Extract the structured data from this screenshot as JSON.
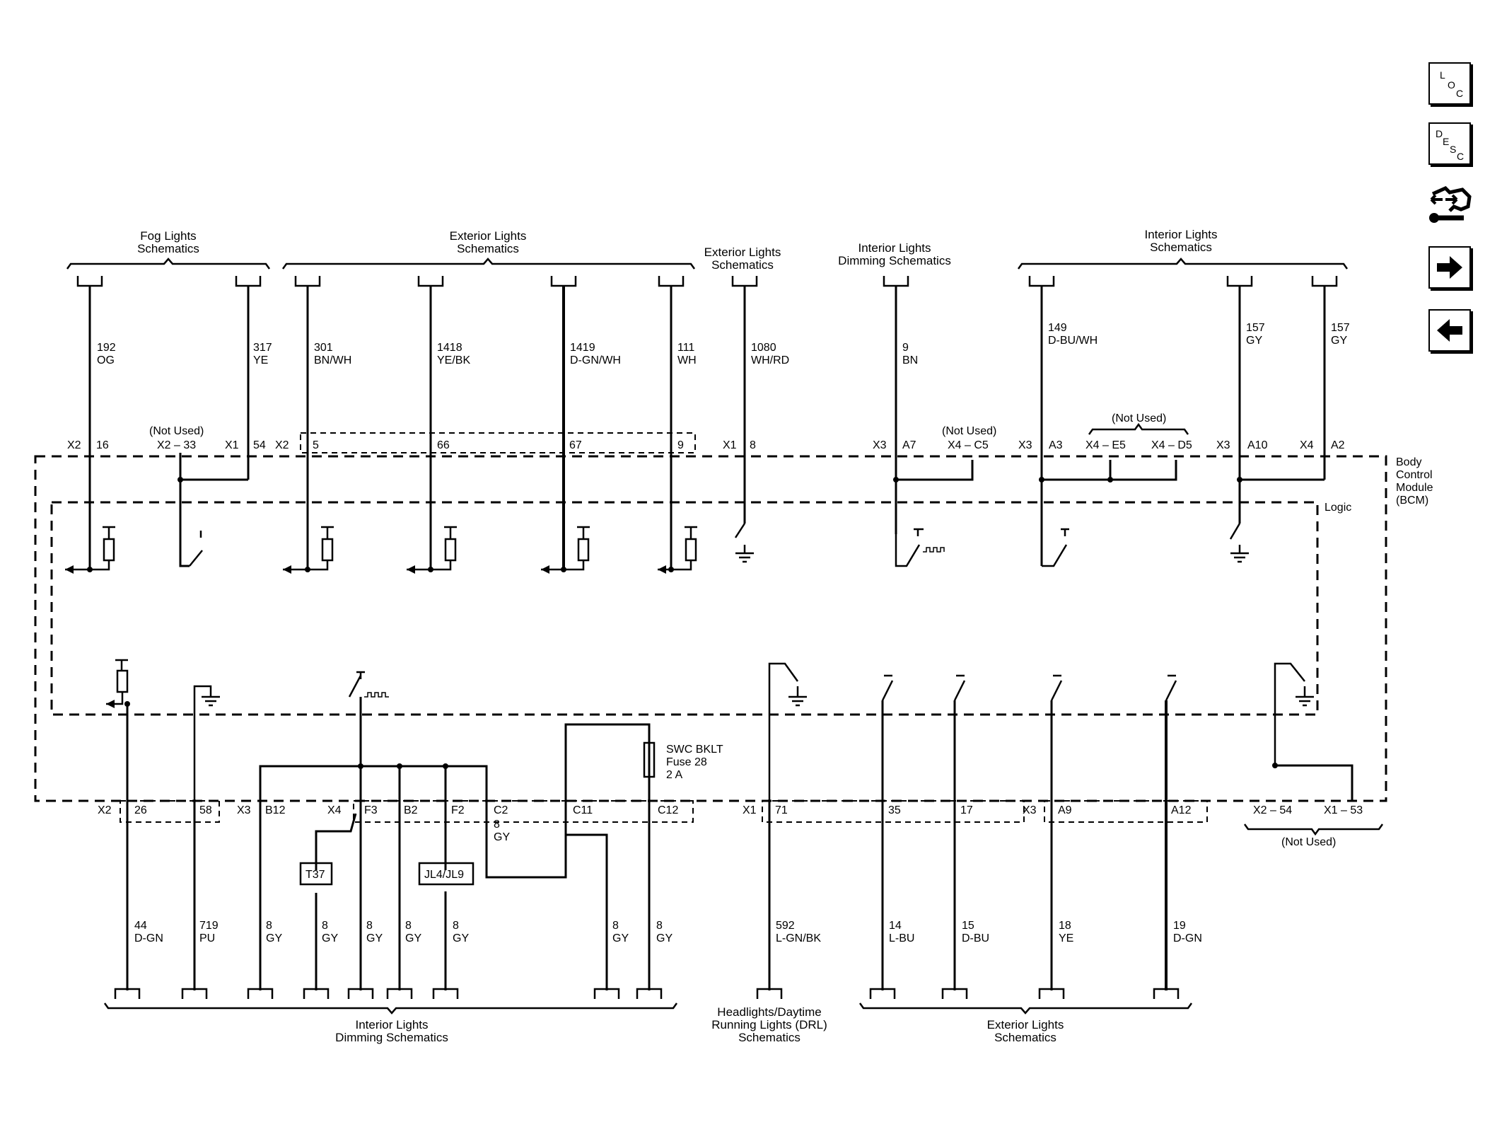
{
  "nav": {
    "loc": [
      "L",
      "O",
      "C"
    ],
    "desc": [
      "D",
      "E",
      "S",
      "C"
    ]
  },
  "headers": {
    "fog": [
      "Fog Lights",
      "Schematics"
    ],
    "ext1": [
      "Exterior Lights",
      "Schematics"
    ],
    "ext2": [
      "Exterior Lights",
      "Schematics"
    ],
    "intdim_top": [
      "Interior Lights",
      "Dimming Schematics"
    ],
    "intlights": [
      "Interior Lights",
      "Schematics"
    ],
    "intdim_bot": [
      "Interior Lights",
      "Dimming Schematics"
    ],
    "drl": [
      "Headlights/Daytime",
      "Running Lights (DRL)",
      "Schematics"
    ],
    "ext_bot": [
      "Exterior Lights",
      "Schematics"
    ]
  },
  "module": {
    "bcm": [
      "Body",
      "Control",
      "Module",
      "(BCM)"
    ],
    "logic": "Logic"
  },
  "top_wires": [
    {
      "circuit": "192",
      "color": "OG"
    },
    {
      "circuit": "317",
      "color": "YE"
    },
    {
      "circuit": "301",
      "color": "BN/WH"
    },
    {
      "circuit": "1418",
      "color": "YE/BK"
    },
    {
      "circuit": "1419",
      "color": "D-GN/WH"
    },
    {
      "circuit": "111",
      "color": "WH"
    },
    {
      "circuit": "1080",
      "color": "WH/RD"
    },
    {
      "circuit": "9",
      "color": "BN"
    },
    {
      "circuit": "149",
      "color": "D-BU/WH"
    },
    {
      "circuit": "157",
      "color": "GY"
    },
    {
      "circuit": "157",
      "color": "GY"
    }
  ],
  "top_pins": {
    "c1": "X2",
    "p1": "16",
    "nu1": "(Not Used)",
    "nu1pin": "X2 – 33",
    "c2": "X1",
    "p2": "54",
    "c3": "X2",
    "p3": "5",
    "p4": "66",
    "p5": "67",
    "p6": "9",
    "c4": "X1",
    "p7": "8",
    "c5": "X3",
    "p8": "A7",
    "nu2": "(Not Used)",
    "nu2pin": "X4 – C5",
    "c6": "X3",
    "p9": "A3",
    "nu3": "(Not Used)",
    "nu3a": "X4 – E5",
    "nu3b": "X4 – D5",
    "c7": "X3",
    "p10": "A10",
    "c8": "X4",
    "p11": "A2"
  },
  "bottom_pins": {
    "c1": "X2",
    "p1": "26",
    "p2": "58",
    "c2": "X3",
    "p3": "B12",
    "c3": "X4",
    "p4": "F3",
    "p5": "B2",
    "p6": "F2",
    "p7": "C2",
    "p8": "C11",
    "p9": "C12",
    "c4": "X1",
    "p10": "71",
    "p11": "35",
    "p12": "17",
    "c5": "X3",
    "p13": "A9",
    "p14": "A12",
    "nu1": "X2 – 54",
    "nu2": "X1 – 53",
    "nu_label": "(Not Used)"
  },
  "splice": {
    "circuit": "8",
    "color": "GY"
  },
  "fuse": [
    "SWC BKLT",
    "Fuse 28",
    "2 A"
  ],
  "components": {
    "t37": "T37",
    "jl": "JL4/JL9"
  },
  "bottom_wires": [
    {
      "circuit": "44",
      "color": "D-GN"
    },
    {
      "circuit": "719",
      "color": "PU"
    },
    {
      "circuit": "8",
      "color": "GY"
    },
    {
      "circuit": "8",
      "color": "GY"
    },
    {
      "circuit": "8",
      "color": "GY"
    },
    {
      "circuit": "8",
      "color": "GY"
    },
    {
      "circuit": "8",
      "color": "GY"
    },
    {
      "circuit": "8",
      "color": "GY"
    },
    {
      "circuit": "8",
      "color": "GY"
    },
    {
      "circuit": "592",
      "color": "L-GN/BK"
    },
    {
      "circuit": "14",
      "color": "L-BU"
    },
    {
      "circuit": "15",
      "color": "D-BU"
    },
    {
      "circuit": "18",
      "color": "YE"
    },
    {
      "circuit": "19",
      "color": "D-GN"
    }
  ]
}
